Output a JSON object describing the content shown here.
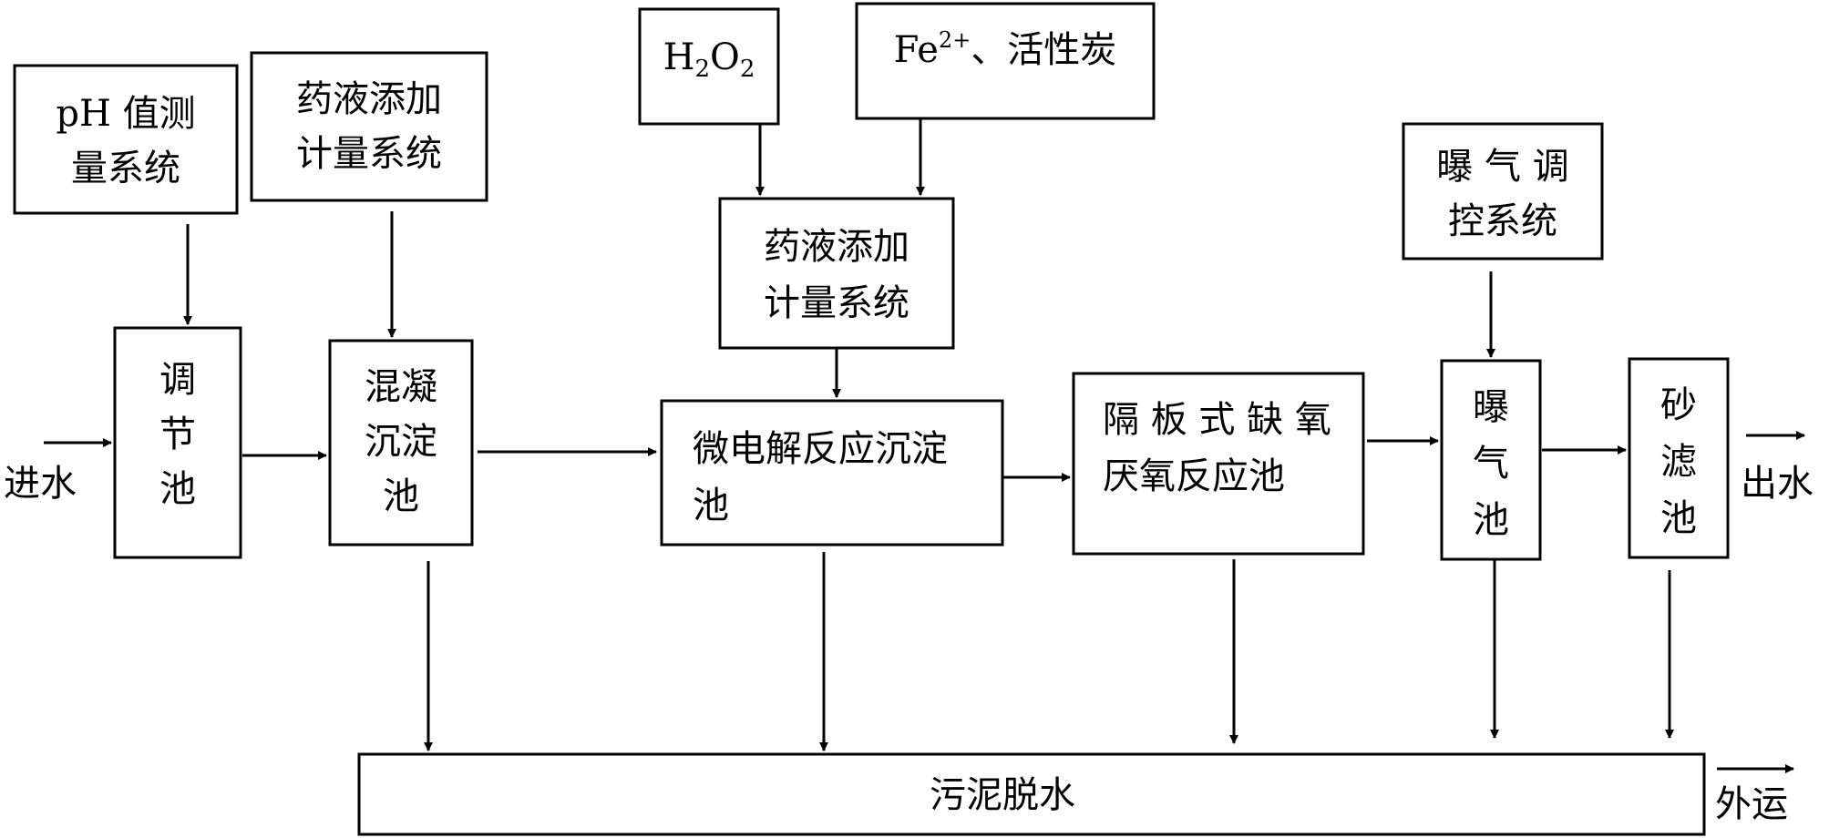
{
  "nodes": {
    "ph_system": {
      "line1": "pH 值测",
      "line2": "量系统"
    },
    "dosing_system_1": {
      "line1": "药液添加",
      "line2": "计量系统"
    },
    "h2o2": {
      "label": "H",
      "sub1": "2",
      "mid": "O",
      "sub2": "2"
    },
    "fe_carbon": {
      "base": "Fe",
      "sup": "2+",
      "rest": "、活性炭"
    },
    "dosing_system_2": {
      "line1": "药液添加",
      "line2": "计量系统"
    },
    "aeration_control": {
      "line1": "曝 气 调",
      "line2": "控系统"
    },
    "regulating_tank": {
      "c1": "调",
      "c2": "节",
      "c3": "池"
    },
    "coagulation_tank": {
      "line1": "混凝",
      "line2": "沉淀",
      "line3": "池"
    },
    "micro_electrolysis": {
      "line1": "微电解反应沉淀",
      "line2": "池"
    },
    "baffled_reactor": {
      "line1": "隔 板 式 缺 氧",
      "line2": "厌氧反应池"
    },
    "aeration_tank": {
      "c1": "曝",
      "c2": "气",
      "c3": "池"
    },
    "sand_filter": {
      "c1": "砂",
      "c2": "滤",
      "c3": "池"
    },
    "sludge_dewatering": {
      "label": "污泥脱水"
    }
  },
  "labels": {
    "inlet": "进水",
    "outlet": "出水",
    "transport": "外运"
  }
}
